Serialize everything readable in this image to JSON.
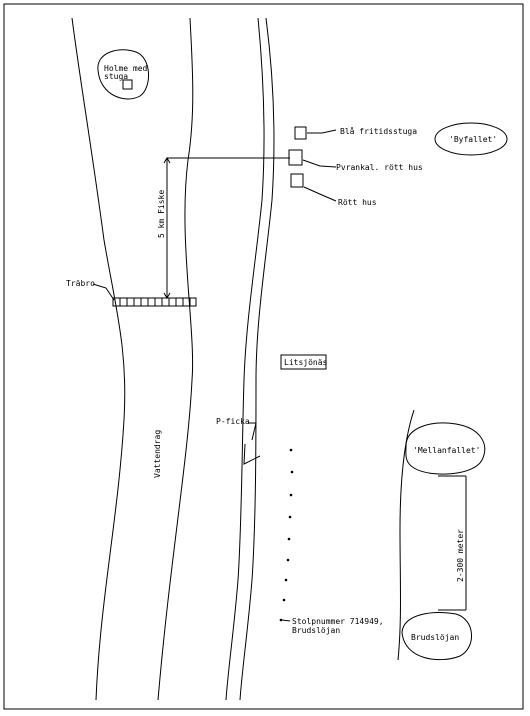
{
  "labels": {
    "holme_line1": "Holme med",
    "holme_line2": "stuga",
    "bla_fritidsstuga": "Blå fritidsstuga",
    "byfallet": "'Byfallet'",
    "orange_red_house": "Pvrankal. rött hus",
    "red_house": "Rött hus",
    "distance_5km": "5 km  Fiske",
    "trebro": "Träbro",
    "litsjonas": "Litsjönäs",
    "p_ficka": "P-ficka",
    "vattendrag": "Vattendrag",
    "mellanfallet": "'Mellanfallet'",
    "distance_200m": "2-300 meter",
    "stolpnummer_line1": "Stolpnummer 714949,",
    "stolpnummer_line2": "Brudslöjan",
    "brudslojan": "Brudslöjan"
  }
}
